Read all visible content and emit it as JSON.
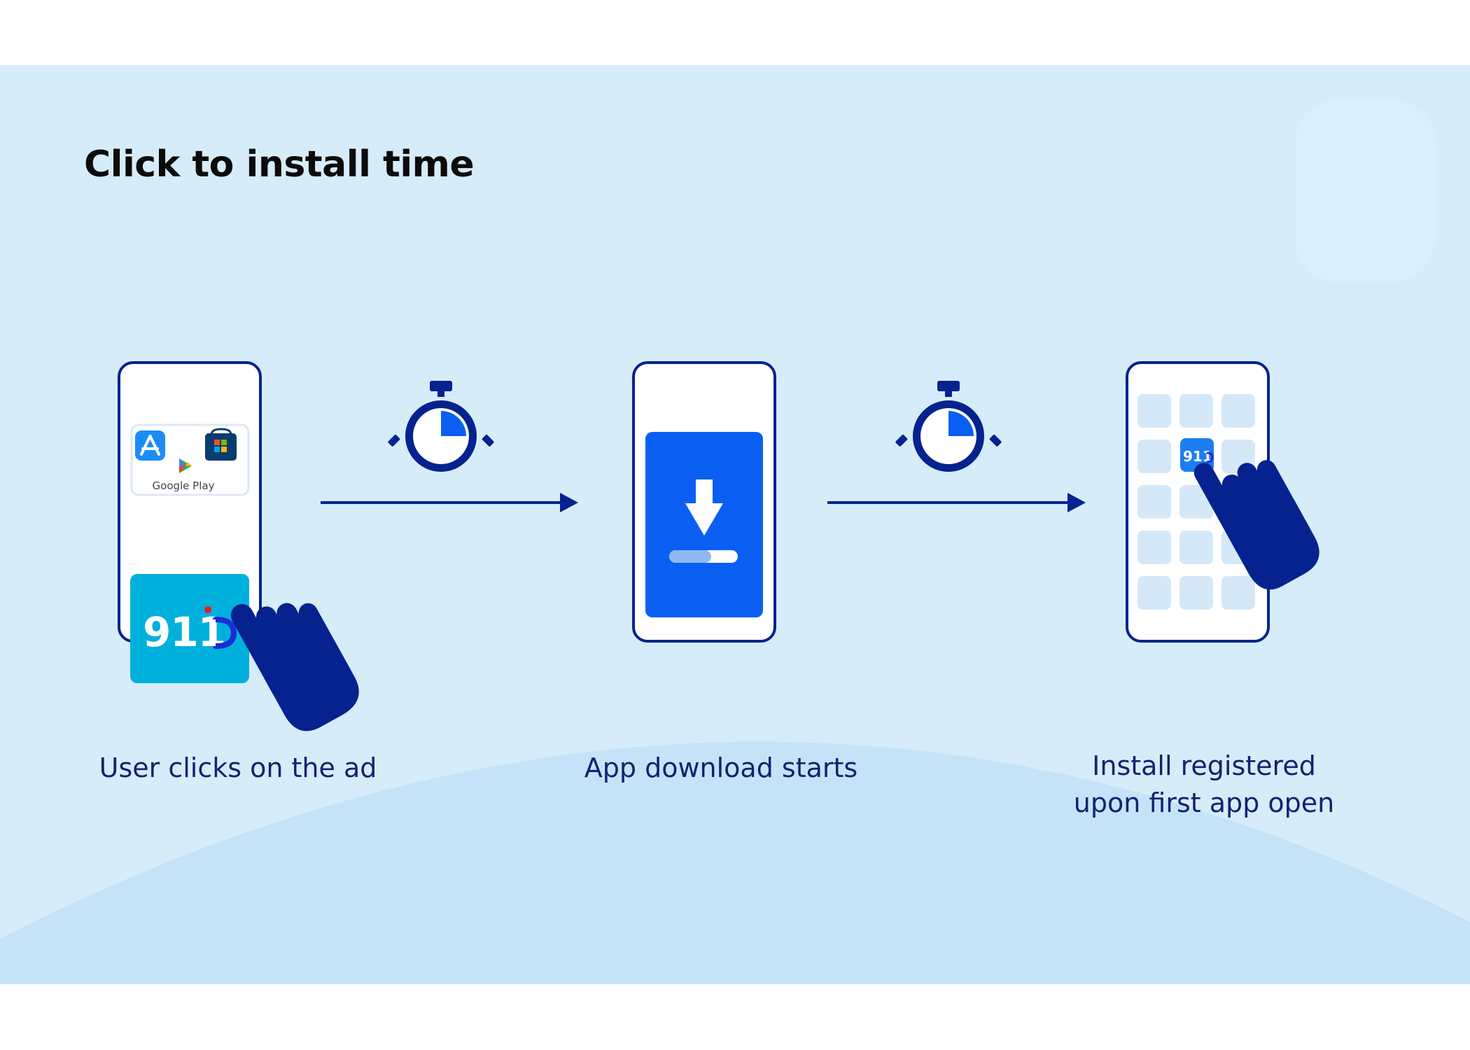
{
  "title": "Click to install time",
  "steps": [
    {
      "caption": "User clicks on the ad"
    },
    {
      "caption": "App download starts"
    },
    {
      "caption_line1": "Install registered",
      "caption_line2": "upon first app open"
    }
  ],
  "store_label": "Google Play",
  "app_logo_text": "911",
  "icons": {
    "stopwatch": "stopwatch-icon",
    "hand": "pointing-hand-icon",
    "download": "download-arrow-icon",
    "app_store": "app-store-icon",
    "google_play": "google-play-icon",
    "microsoft_store": "microsoft-store-icon"
  },
  "colors": {
    "background_panel": "#d6ecf9",
    "arc": "#c5e3f8",
    "navy": "#06228f",
    "primary_blue": "#0a5ff2",
    "ad_cyan": "#00b0dc",
    "tile": "#d4e8f8",
    "logo_dot": "#e61b23"
  }
}
